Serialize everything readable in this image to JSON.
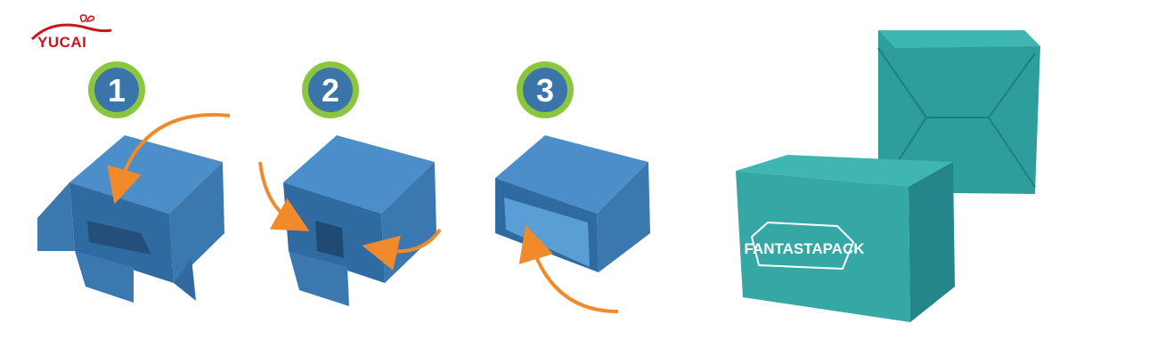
{
  "brand": {
    "logo_text": "YUCAI",
    "colors": {
      "brand_red": "#c8161d",
      "step_blue": "#3a74a8",
      "step_ring": "#8cc63f",
      "arrow_orange": "#f08a2b",
      "box_blue": "#4b8ec9",
      "box_teal": "#35a8a5"
    }
  },
  "steps": [
    {
      "number": "1"
    },
    {
      "number": "2"
    },
    {
      "number": "3"
    }
  ],
  "product": {
    "box_label": "FANTASTAPACK"
  },
  "icons": [
    "logo-ribbon-icon",
    "curved-arrow-icon"
  ]
}
